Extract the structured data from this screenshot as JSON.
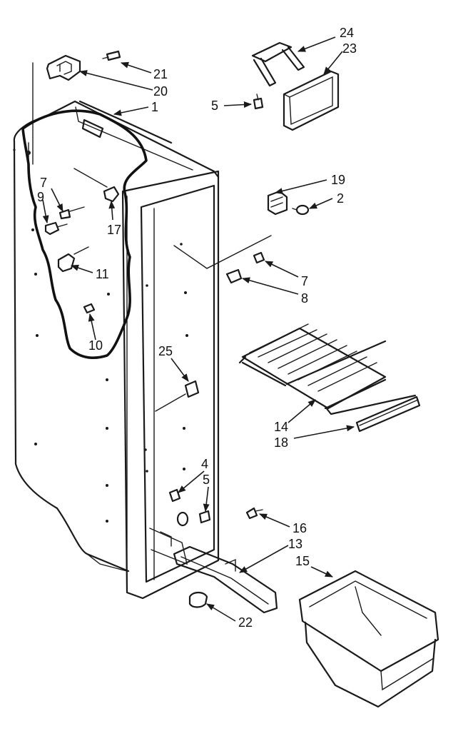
{
  "diagram": {
    "callouts": {
      "c1": "1",
      "c2": "2",
      "c4": "4",
      "c5a": "5",
      "c5b": "5",
      "c7a": "7",
      "c7b": "7",
      "c8": "8",
      "c9": "9",
      "c10": "10",
      "c11": "11",
      "c13": "13",
      "c14": "14",
      "c15": "15",
      "c16": "16",
      "c17": "17",
      "c18": "18",
      "c19": "19",
      "c20": "20",
      "c21": "21",
      "c22": "22",
      "c23": "23",
      "c24": "24",
      "c25": "25"
    }
  }
}
